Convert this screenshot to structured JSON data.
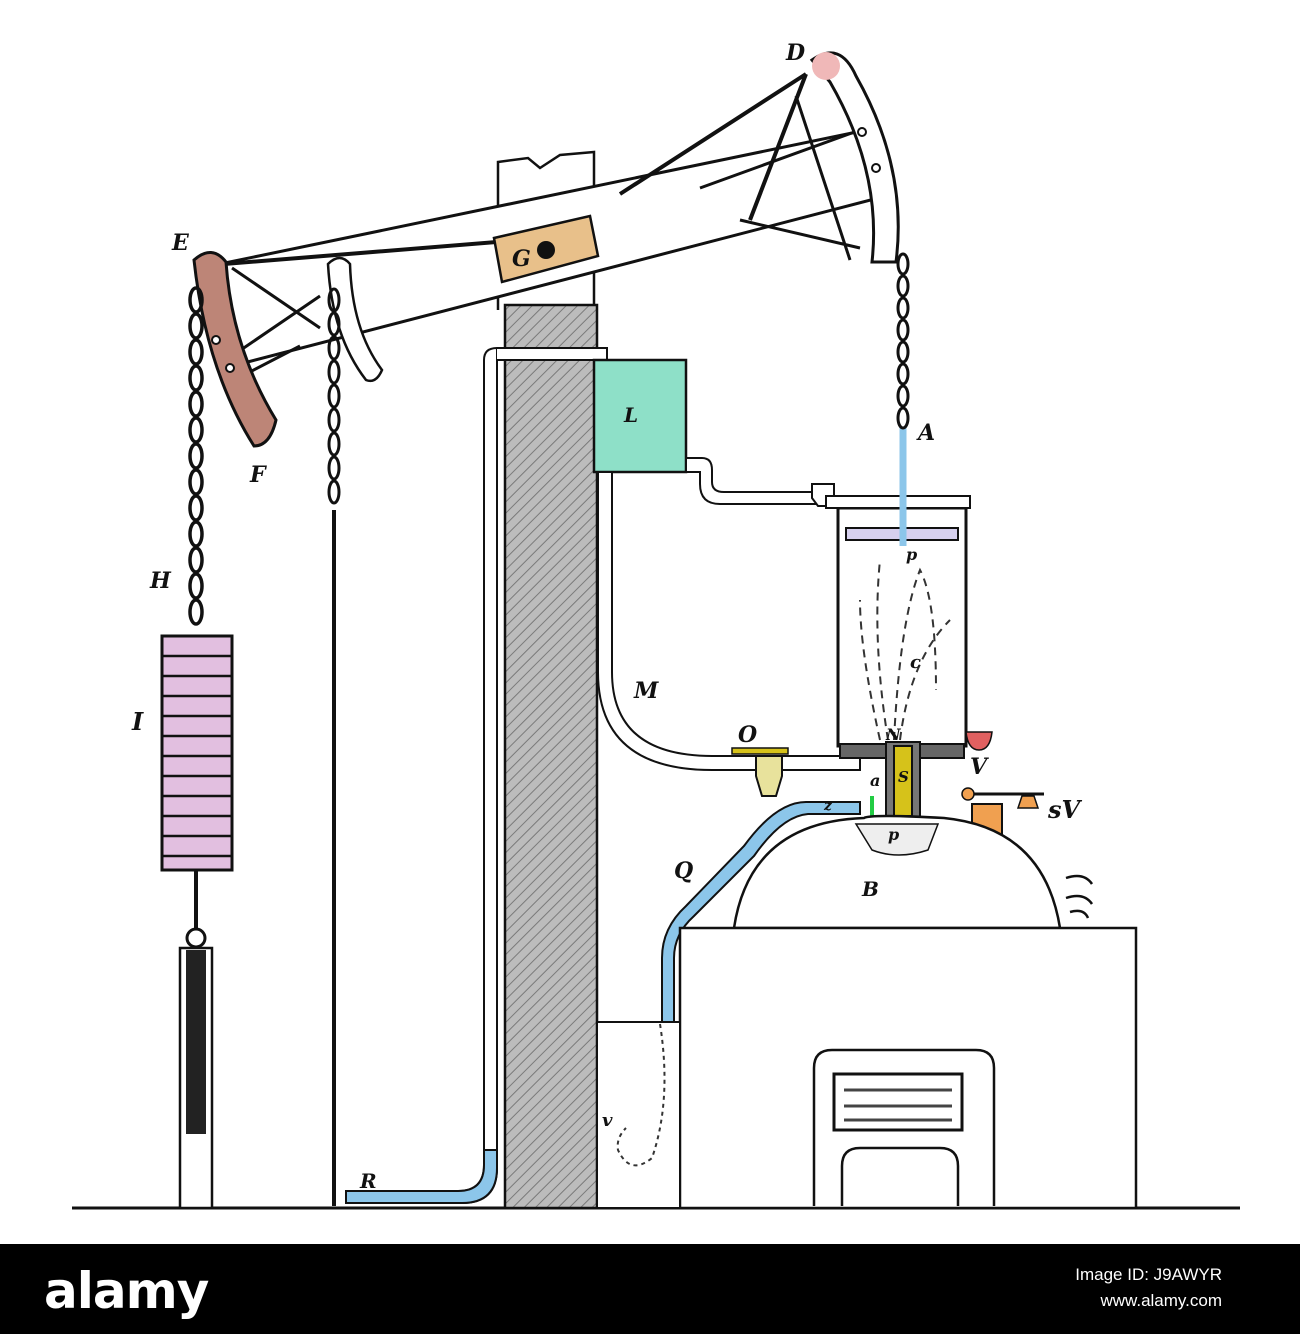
{
  "labels": {
    "D": "D",
    "E": "E",
    "F": "F",
    "G": "G",
    "H": "H",
    "I": "I",
    "A": "A",
    "L": "L",
    "p_top": "p",
    "c": "c",
    "M": "M",
    "O": "O",
    "N": "N",
    "a": "a",
    "S": "S",
    "V": "V",
    "sV": "sV",
    "z": "z",
    "p_bottom": "p",
    "Q": "Q",
    "B": "B",
    "R": "R",
    "v": "v"
  },
  "colors": {
    "beam_arch": "#bd8577",
    "pivot_plate": "#e8c08a",
    "weight": "#e2bfe0",
    "tank": "#8ee0c8",
    "water": "#8cc6ea",
    "valve": "#f0a050",
    "seal": "#e06060",
    "spindle": "#d6c21a",
    "wall": "#c0c0c0"
  },
  "footer": {
    "logo": "alamy",
    "image_id": "Image ID: J9AWYR",
    "site": "www.alamy.com"
  }
}
